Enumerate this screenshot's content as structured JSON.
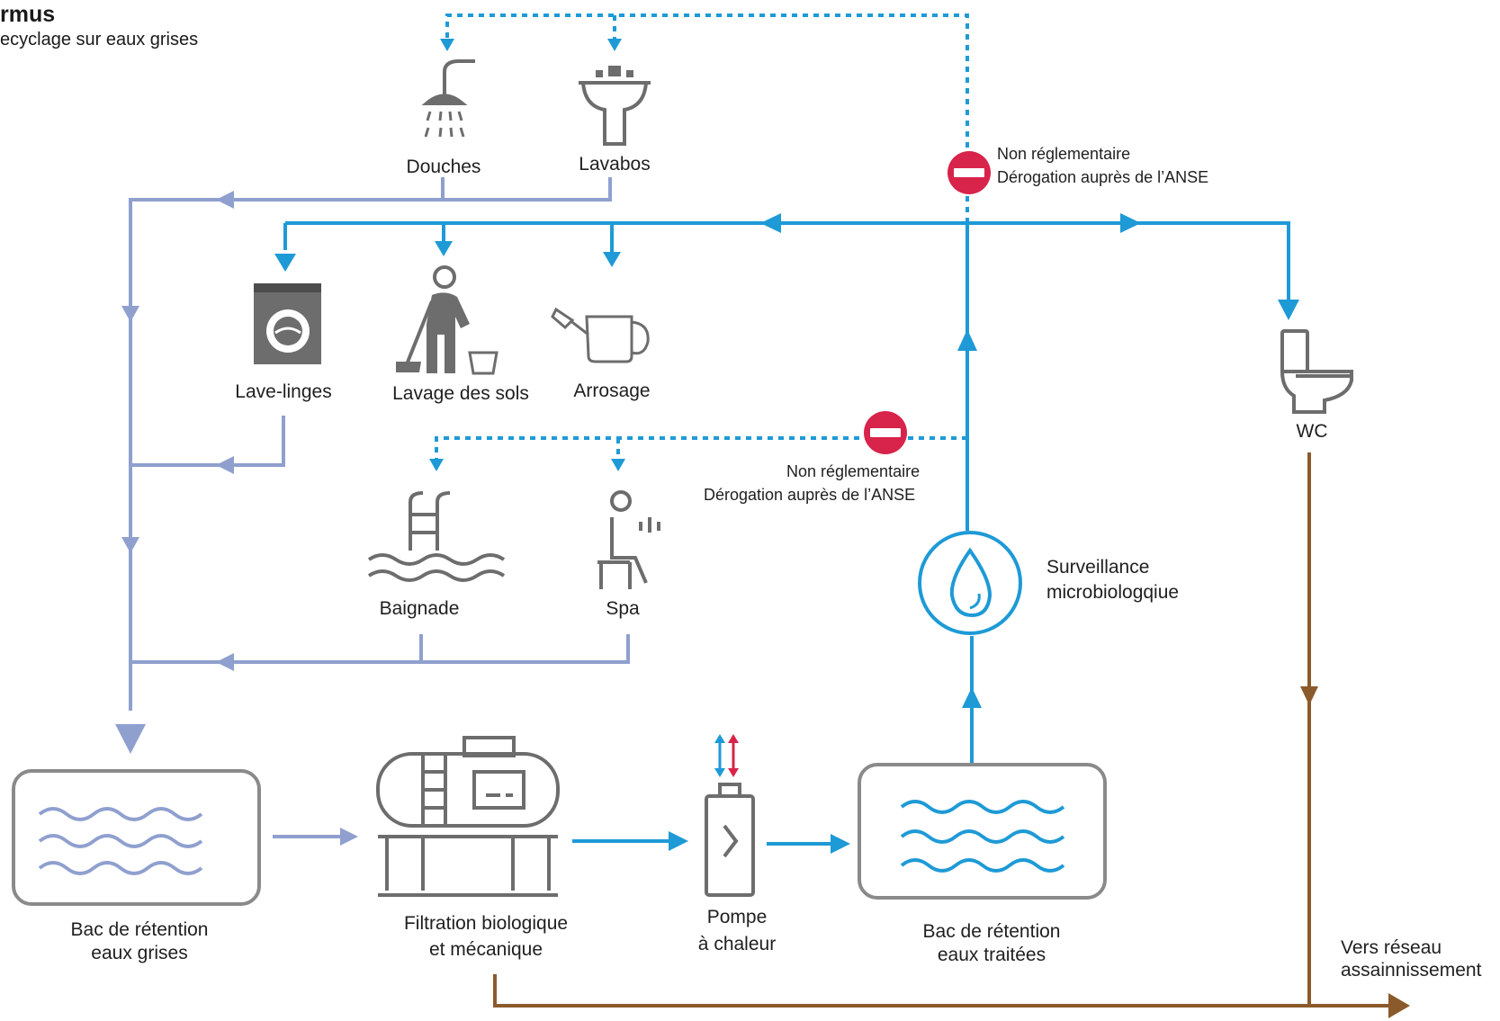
{
  "header": {
    "title": "rmus",
    "subtitle": "ecyclage sur eaux grises"
  },
  "fixtures": {
    "douches": "Douches",
    "lavabos": "Lavabos",
    "lave_linges": "Lave-linges",
    "lavage_sols": "Lavage des sols",
    "arrosage": "Arrosage",
    "baignade": "Baignade",
    "spa": "Spa",
    "wc": "WC"
  },
  "warnings": {
    "top": {
      "line1": "Non réglementaire",
      "line2": "Dérogation auprès de l’ANSE"
    },
    "middle": {
      "line1": "Non réglementaire",
      "line2": "Dérogation auprès de l’ANSE"
    }
  },
  "process": {
    "bac_grises_1": "Bac de rétention",
    "bac_grises_2": "eaux grises",
    "filtration_1": "Filtration biologique",
    "filtration_2": "et mécanique",
    "pompe_1": "Pompe",
    "pompe_2": "à chaleur",
    "bac_traitees_1": "Bac de rétention",
    "bac_traitees_2": "eaux traitées",
    "surveillance_1": "Surveillance",
    "surveillance_2": "microbiologqiue",
    "vers_reseau_1": "Vers réseau",
    "vers_reseau_2": "assainnissement"
  },
  "colors": {
    "grey_water": "#8fa0cf",
    "treated_water": "#1e9ad6",
    "sewage": "#8b5a2b",
    "icon_grey": "#6d6d6d",
    "warning_red": "#d8234a"
  }
}
